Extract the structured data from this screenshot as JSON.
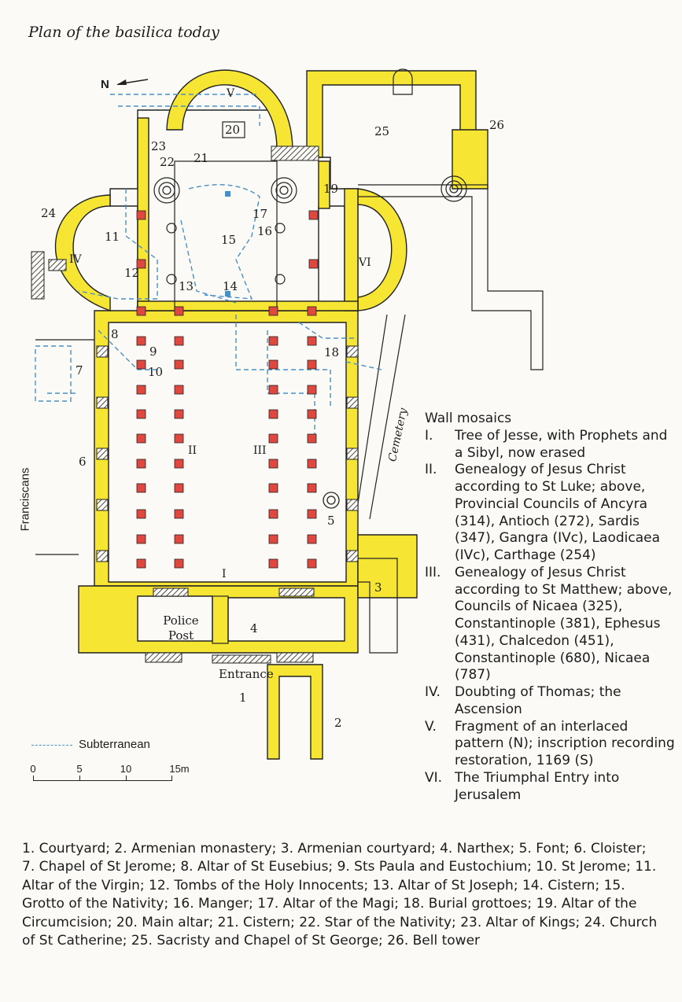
{
  "title": "Plan of the basilica today",
  "north": "N",
  "labels": {
    "franciscans": "Franciscans",
    "cemetery": "Cemetery",
    "police": "Police Post",
    "entrance": "Entrance",
    "subterranean": "Subterranean"
  },
  "numbers": [
    "1",
    "2",
    "3",
    "4",
    "5",
    "6",
    "7",
    "8",
    "9",
    "10",
    "11",
    "12",
    "13",
    "14",
    "15",
    "16",
    "17",
    "18",
    "19",
    "20",
    "21",
    "22",
    "23",
    "24",
    "25",
    "26"
  ],
  "romans": [
    "I",
    "II",
    "III",
    "IV",
    "V",
    "VI"
  ],
  "scale": {
    "ticks": [
      "0",
      "5",
      "10",
      "15m"
    ]
  },
  "wall_mosaics": {
    "heading": "Wall mosaics",
    "items": [
      {
        "num": "I.",
        "text": "Tree of Jesse, with Prophets and a Sibyl, now erased"
      },
      {
        "num": "II.",
        "text": "Genealogy of Jesus Christ according to St Luke; above, Provincial Councils of Ancyra (314), Antioch (272), Sardis (347), Gangra (IVc), Laodicaea (IVc), Carthage (254)"
      },
      {
        "num": "III.",
        "text": "Genealogy of Jesus Christ according to St Matthew; above, Councils of Nicaea (325), Constantinople (381), Ephesus (431), Chalcedon (451), Constantinople (680), Nicaea (787)"
      },
      {
        "num": "IV.",
        "text": "Doubting of Thomas; the Ascension"
      },
      {
        "num": "V.",
        "text": "Fragment of an interlaced pattern (N); inscription recording restoration, 1169 (S)"
      },
      {
        "num": "VI.",
        "text": "The Triumphal Entry into Jerusalem"
      }
    ]
  },
  "key_text": "1. Courtyard; 2. Armenian monastery; 3. Armenian courtyard; 4. Narthex; 5. Font; 6. Cloister; 7. Chapel of St Jerome; 8. Altar of St Eusebius; 9. Sts Paula and Eustochium; 10. St Jerome; 11. Altar of the Virgin; 12. Tombs of the Holy Innocents; 13. Altar of St Joseph; 14. Cistern; 15. Grotto of the Nativity; 16. Manger; 17. Altar of the Magi; 18. Burial grottoes; 19. Altar of the Circumcision; 20. Main altar; 21. Cistern; 22. Star of the Nativity; 23. Altar of Kings; 24. Church of St Catherine; 25. Sacristy and Chapel of St George; 26. Bell tower",
  "colors": {
    "wall": "#f6e533",
    "column": "#e0483f",
    "subterranean": "#4a8fc4",
    "line": "#1c1c1c"
  }
}
